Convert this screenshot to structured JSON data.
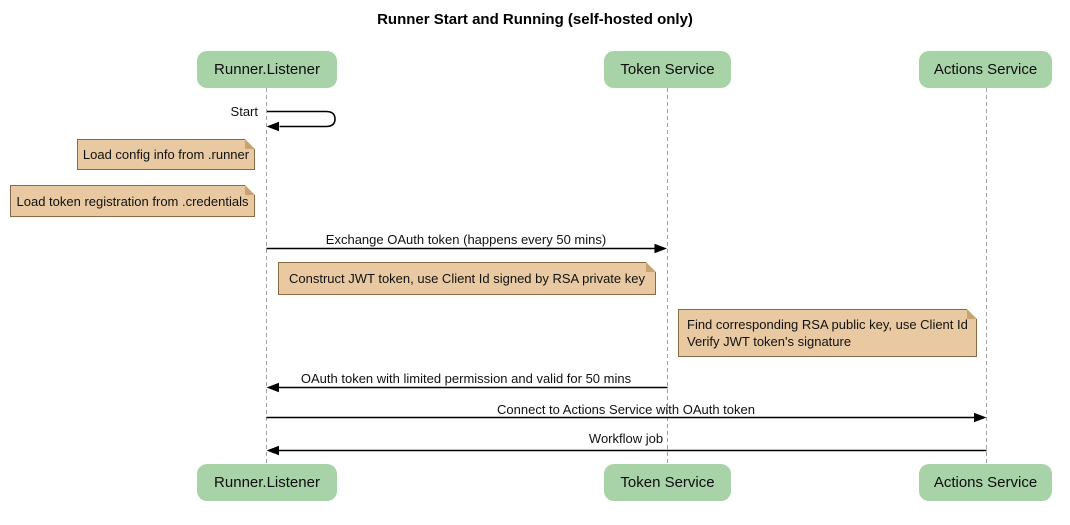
{
  "title": "Runner Start and Running (self-hosted only)",
  "participants": [
    {
      "label": "Runner.Listener"
    },
    {
      "label": "Token Service"
    },
    {
      "label": "Actions Service"
    }
  ],
  "messages": [
    {
      "label": "Start",
      "from": "Runner.Listener",
      "to": "Runner.Listener",
      "type": "self"
    },
    {
      "label": "Exchange OAuth token (happens every 50 mins)",
      "from": "Runner.Listener",
      "to": "Token Service",
      "type": "solid"
    },
    {
      "label": "OAuth token with limited permission and valid for 50 mins",
      "from": "Token Service",
      "to": "Runner.Listener",
      "type": "solid"
    },
    {
      "label": "Connect to Actions Service with OAuth token",
      "from": "Runner.Listener",
      "to": "Actions Service",
      "type": "solid"
    },
    {
      "label": "Workflow job",
      "from": "Actions Service",
      "to": "Runner.Listener",
      "type": "solid"
    }
  ],
  "notes": [
    {
      "text": "Load config info from .runner",
      "position": "left of Runner.Listener"
    },
    {
      "text": "Load token registration from .credentials",
      "position": "left of Runner.Listener"
    },
    {
      "text": "Construct JWT token, use Client Id signed by RSA private key",
      "position": "between Runner.Listener and Token Service"
    },
    {
      "lines": [
        "Find corresponding RSA public key, use Client Id",
        "Verify JWT token's signature"
      ],
      "position": "between Token Service and Actions Service"
    }
  ],
  "colors": {
    "background": "#ffffff",
    "participant_fill": "#a8d3a8",
    "note_fill": "#e9c9a2",
    "note_border": "#8a6a45",
    "message_line": "#000000",
    "lifeline": "#a0a0a0"
  }
}
